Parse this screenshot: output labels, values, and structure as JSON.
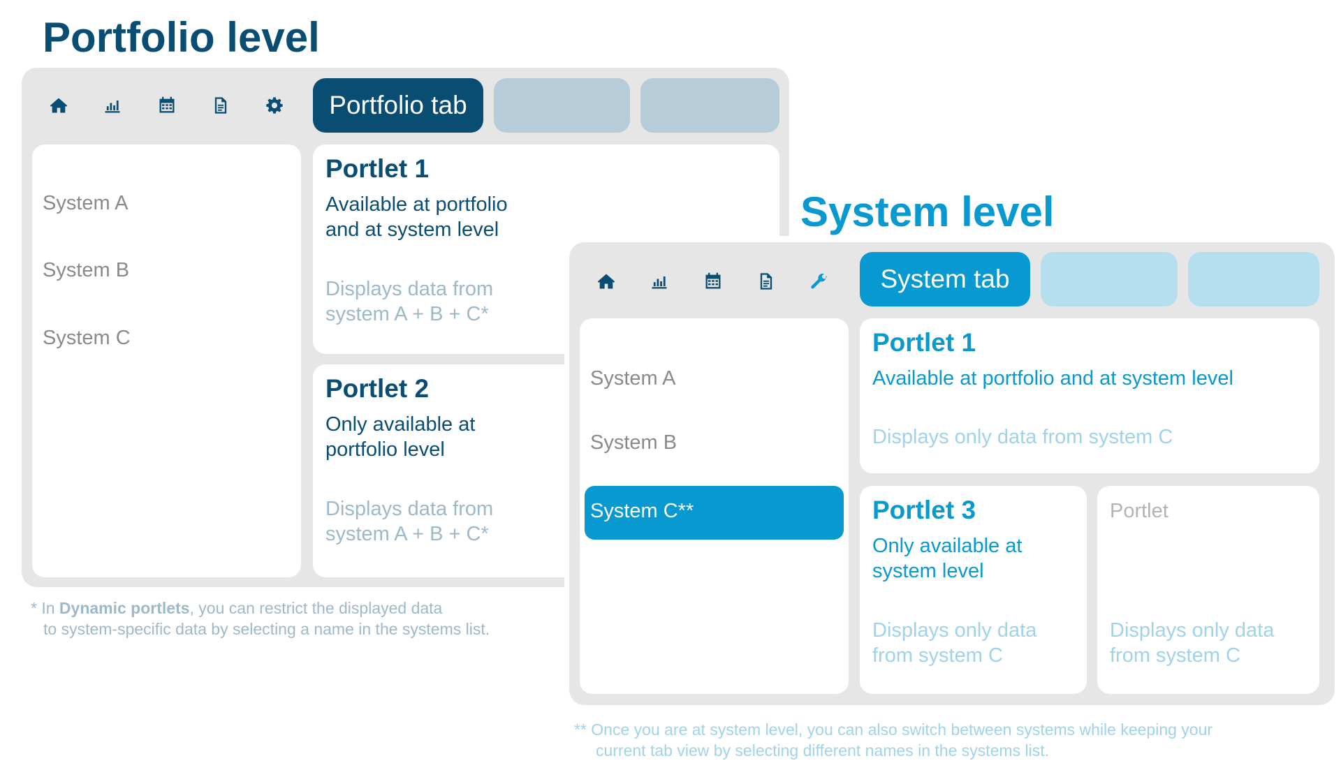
{
  "colors": {
    "portfolio_dark": "#0a4d73",
    "portfolio_light_tab": "#b6cdd9",
    "portfolio_note": "#9db9c9",
    "system_accent": "#0799cf",
    "system_light_tab": "#b5dfef",
    "system_note": "#9fd3ea",
    "panel_bg": "#e6e6e6",
    "muted_text": "#8a8a8a"
  },
  "portfolio": {
    "heading": "Portfolio level",
    "toolbar_icons": [
      "home-icon",
      "bar-chart-icon",
      "calendar-icon",
      "document-icon",
      "gear-icon"
    ],
    "active_tab": "Portfolio tab",
    "systems": [
      "System A",
      "System B",
      "System C"
    ],
    "portlet1": {
      "title": "Portlet 1",
      "desc_line1": "Available at portfolio",
      "desc_line2": "and at system level",
      "note_line1": "Displays data from",
      "note_line2": "system A + B + C*"
    },
    "portlet2": {
      "title": "Portlet 2",
      "desc_line1": "Only available at",
      "desc_line2": "portfolio level",
      "note_line1": "Displays data from",
      "note_line2": "system A + B + C*"
    },
    "footnote": {
      "prefix": "* In ",
      "bold": "Dynamic portlets",
      "rest_line1": ", you can restrict the displayed data",
      "line2": "to system-specific data by selecting a name in the systems list."
    }
  },
  "system": {
    "heading": "System level",
    "toolbar_icons": [
      "home-icon",
      "bar-chart-icon",
      "calendar-icon",
      "document-icon",
      "wrench-icon"
    ],
    "active_tab": "System tab",
    "systems": [
      "System A",
      "System B",
      "System C**"
    ],
    "selected_system_index": 2,
    "portlet1": {
      "title": "Portlet 1",
      "desc": "Available at portfolio and at system level",
      "note": "Displays only data from system C"
    },
    "portlet3": {
      "title": "Portlet 3",
      "desc_line1": "Only available at",
      "desc_line2": "system level",
      "note_line1": "Displays only data",
      "note_line2": "from system C"
    },
    "portlet_generic": {
      "title": "Portlet",
      "note_line1": "Displays only data",
      "note_line2": "from system C"
    },
    "footnote": {
      "line1": "** Once you are at system level, you can also switch between systems while keeping your",
      "line2": "current tab view by selecting different names in the systems list."
    }
  }
}
